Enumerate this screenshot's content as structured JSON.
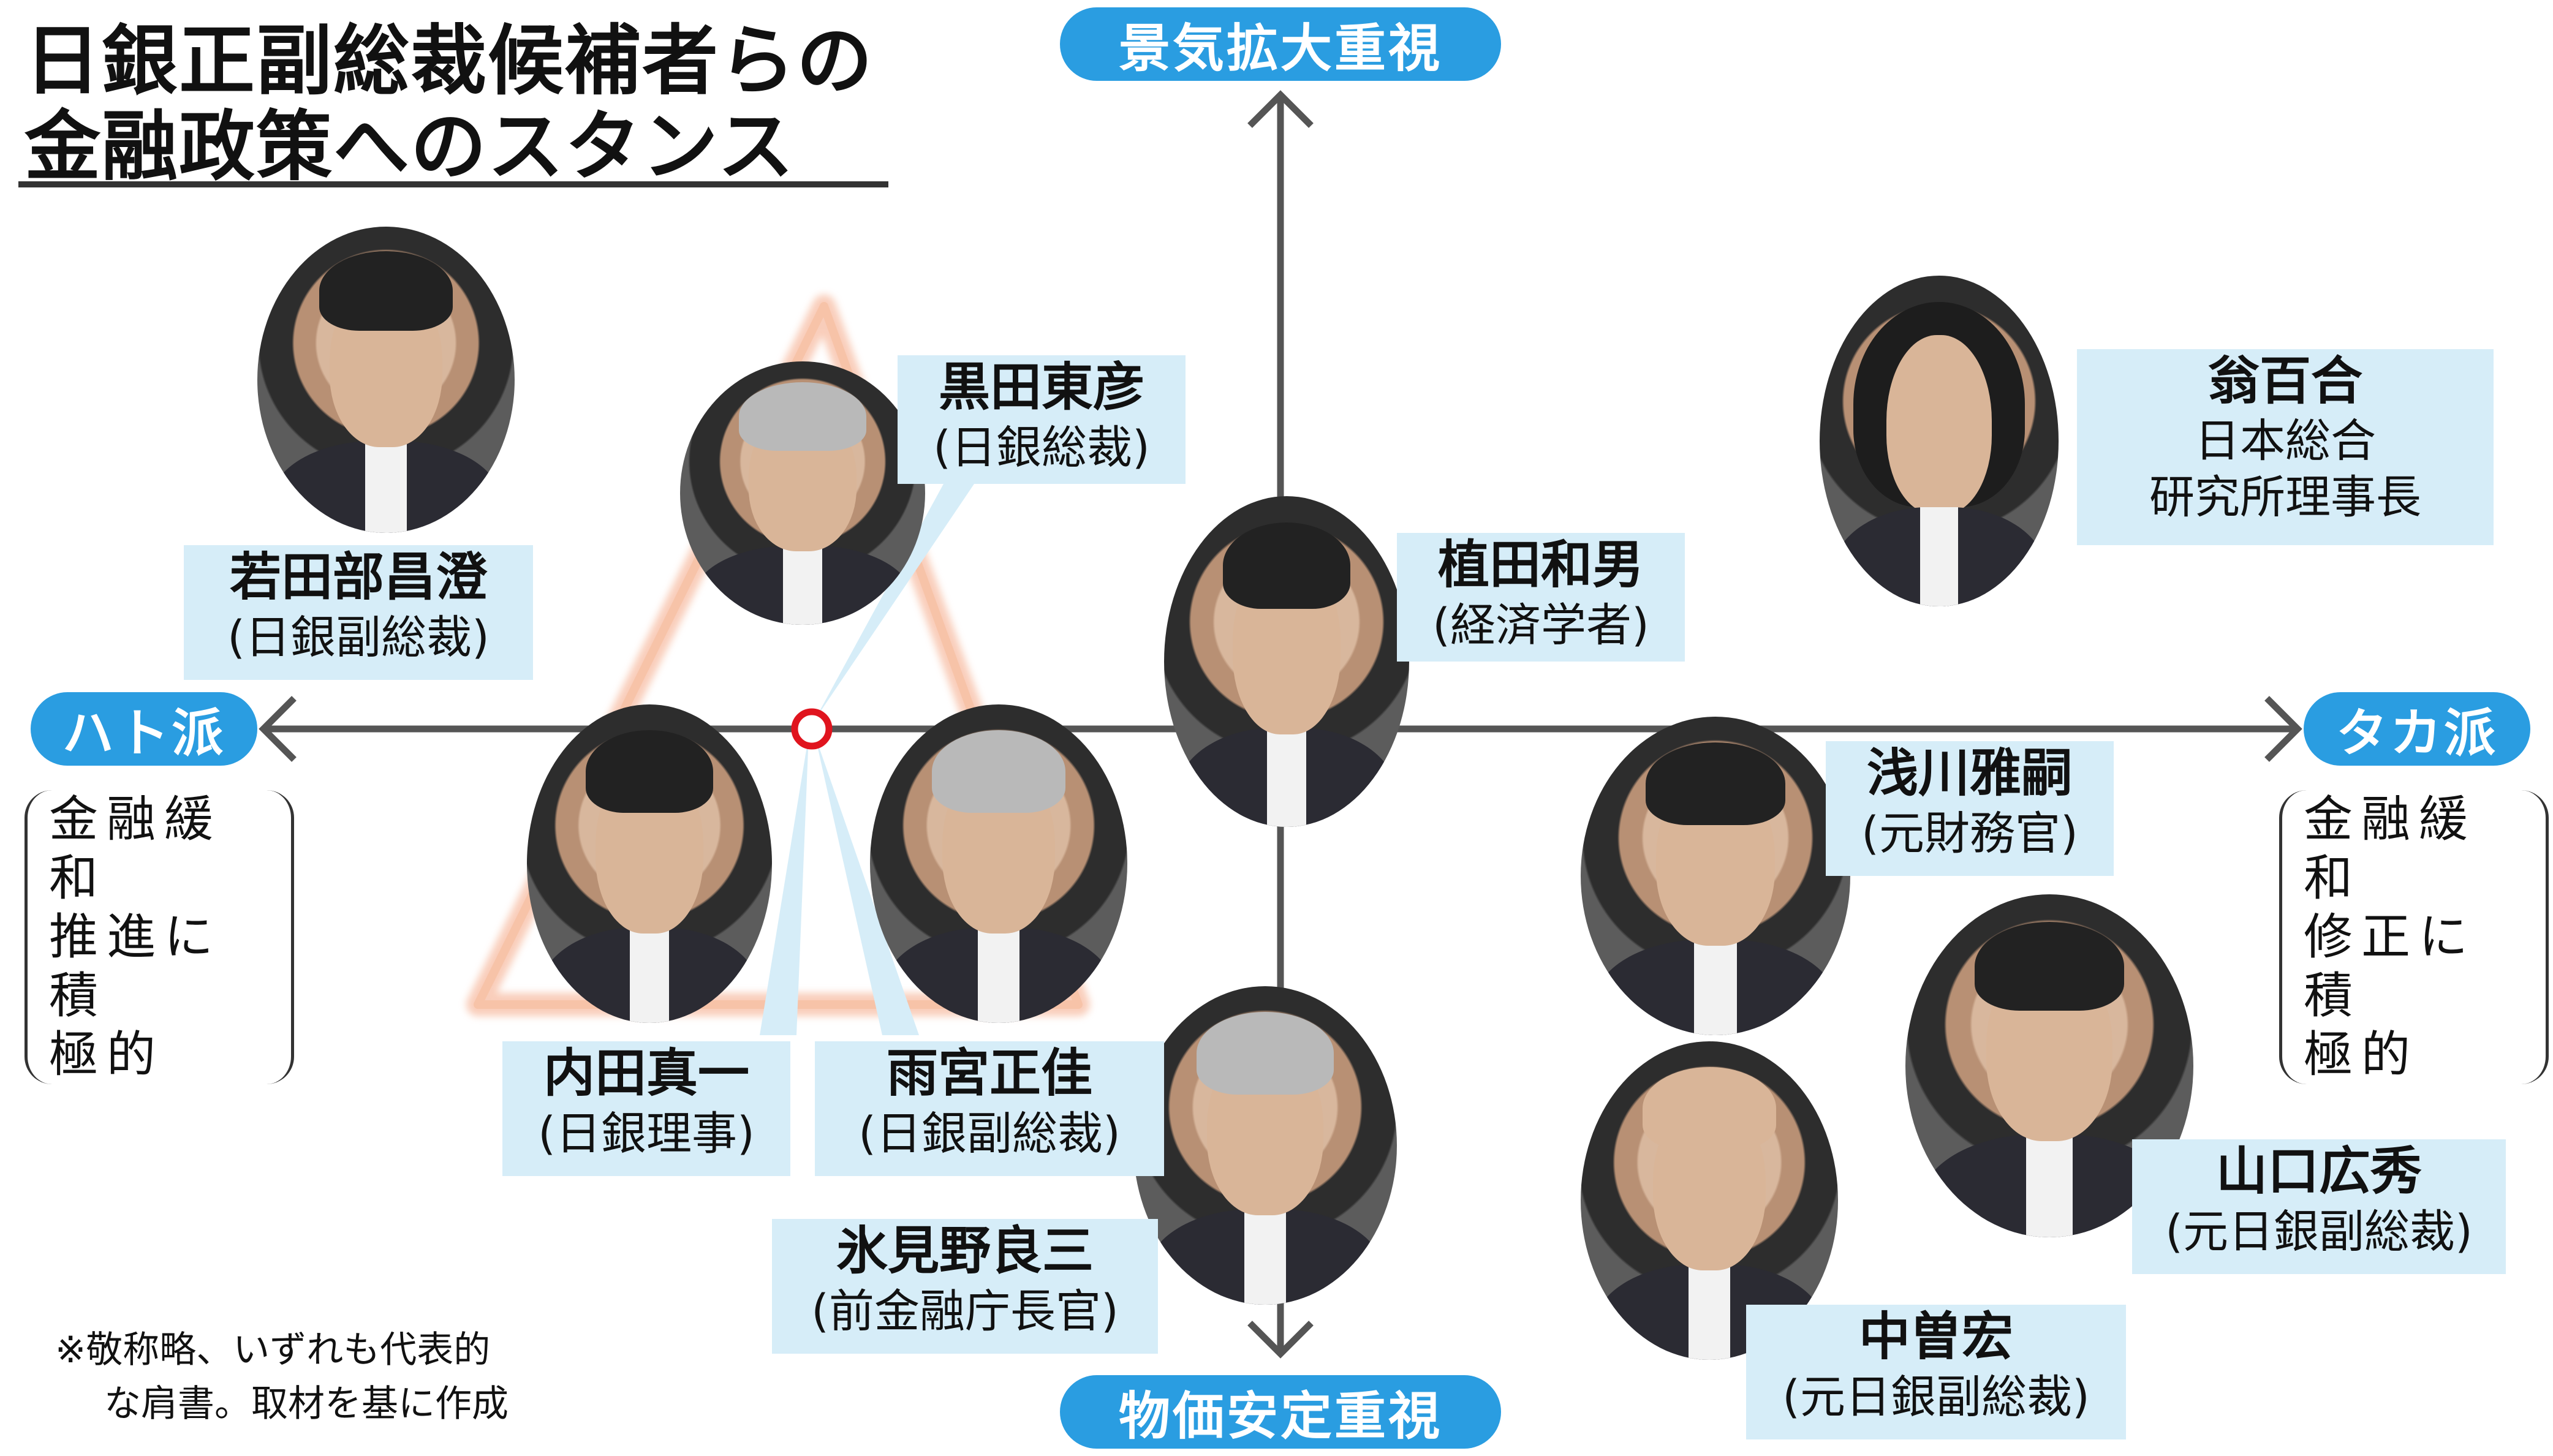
{
  "title": {
    "line1": "日銀正副総裁候補者らの",
    "line2": "金融政策へのスタンス"
  },
  "axes": {
    "top": "景気拡大重視",
    "bottom": "物価安定重視",
    "left": "ハト派",
    "right": "タカ派",
    "left_desc": [
      "金融緩和",
      "推進に積",
      "極的"
    ],
    "right_desc": [
      "金融緩和",
      "修正に積",
      "極的"
    ]
  },
  "people": [
    {
      "id": "wakatabe",
      "name": "若田部昌澄",
      "role": "(日銀副総裁)"
    },
    {
      "id": "kuroda",
      "name": "黒田東彦",
      "role": "(日銀総裁)"
    },
    {
      "id": "ueda",
      "name": "植田和男",
      "role": "(経済学者)"
    },
    {
      "id": "okina",
      "name": "翁百合",
      "role": "日本総合\n研究所理事長"
    },
    {
      "id": "uchida",
      "name": "内田真一",
      "role": "(日銀理事)"
    },
    {
      "id": "amamiya",
      "name": "雨宮正佳",
      "role": "(日銀副総裁)"
    },
    {
      "id": "himino",
      "name": "氷見野良三",
      "role": "(前金融庁長官)"
    },
    {
      "id": "asakawa",
      "name": "浅川雅嗣",
      "role": "(元財務官)"
    },
    {
      "id": "yamaguchi",
      "name": "山口広秀",
      "role": "(元日銀副総裁)"
    },
    {
      "id": "nakaso",
      "name": "中曽宏",
      "role": "(元日銀副総裁)"
    }
  ],
  "footnote": {
    "line1": "※敬称略、いずれも代表的",
    "line2": "な肩書。取材を基に作成"
  },
  "colors": {
    "accent": "#2a9de1",
    "label_bg": "#d6edf8",
    "highlight": "#f4a582",
    "marker": "#e0141e",
    "axis": "#555555"
  }
}
